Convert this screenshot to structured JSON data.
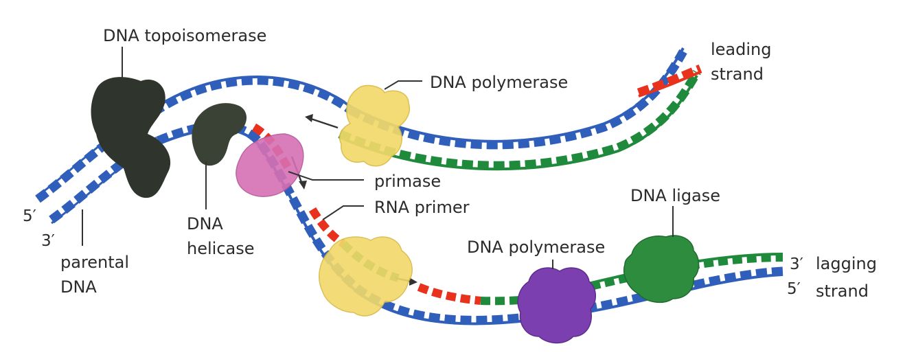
{
  "labels": {
    "topoisomerase": "DNA topoisomerase",
    "polymerase_top": "DNA polymerase",
    "leading": "leading",
    "leading_strand": "strand",
    "primase": "primase",
    "rna_primer": "RNA primer",
    "dna_ligase": "DNA ligase",
    "polymerase_bottom": "DNA polymerase",
    "prime_3_right": "3′",
    "lagging": "lagging",
    "prime_5_right": "5′",
    "lagging_strand": "strand",
    "prime_5_left": "5′",
    "prime_3_left": "3′",
    "parental": "parental",
    "parental_dna": "DNA",
    "helicase_dna": "DNA",
    "helicase": "helicase"
  },
  "colors": {
    "parental_strand": "#2f5fba",
    "new_strand": "#1f8a3c",
    "rna_primer": "#e8321e",
    "topoisomerase": "#2f342d",
    "helicase": "#3a4236",
    "polymerase_yellow": "#f2d96a",
    "primase": "#d770b4",
    "polymerase_purple": "#7b3fb0",
    "ligase": "#2e8c3e"
  }
}
